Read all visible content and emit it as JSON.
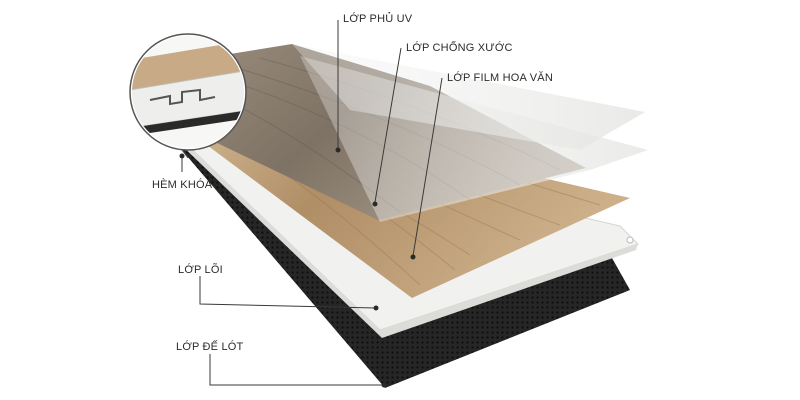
{
  "layers": [
    {
      "id": "uv",
      "label": "LỚP PHỦ UV"
    },
    {
      "id": "scratch",
      "label": "LỚP CHỐNG XƯỚC"
    },
    {
      "id": "film",
      "label": "LỚP FILM HOA VĂN"
    },
    {
      "id": "lock",
      "label": "HÈM KHÓA"
    },
    {
      "id": "core",
      "label": "LỚP LÕI"
    },
    {
      "id": "underlay",
      "label": "LỚP ĐẾ LÓT"
    }
  ],
  "colors": {
    "wood_light": "#c9b08c",
    "wood_dark": "#8a6a48",
    "core": "#f2f2f0",
    "underlay": "#1e1e1e",
    "film_overlay": "#e8e8e6",
    "leader": "#3a3a3a"
  },
  "icons": {
    "lock_detail": "click-lock-zoom-icon"
  }
}
